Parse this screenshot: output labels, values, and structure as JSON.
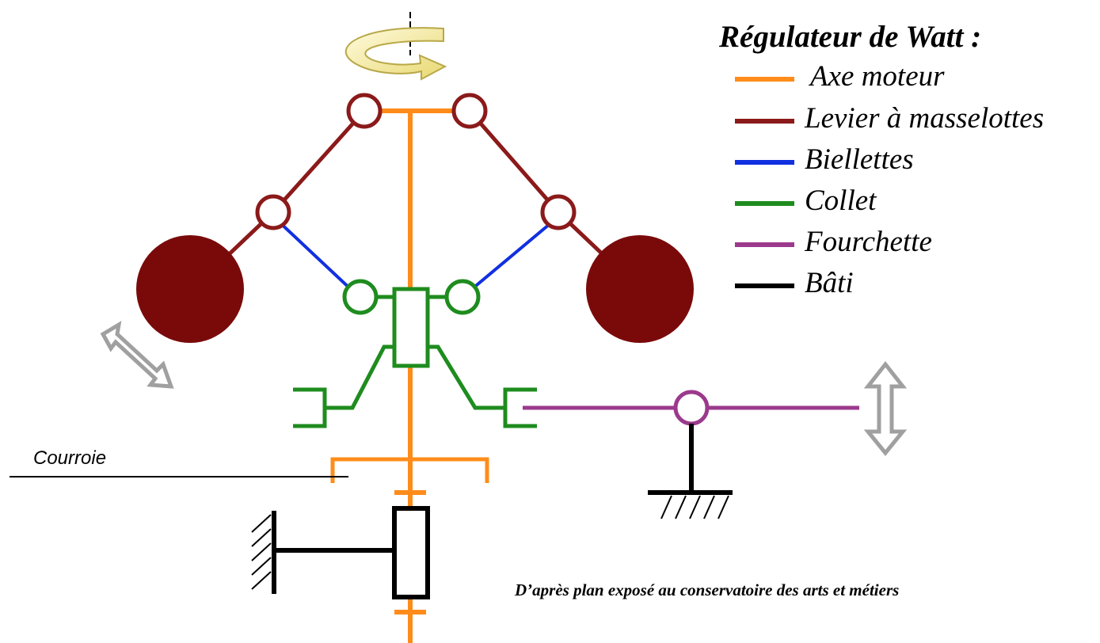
{
  "legend": {
    "title": "Régulateur de Watt :",
    "items": [
      {
        "label": "Axe moteur",
        "color": "#ff8c1a"
      },
      {
        "label": "Levier à masselottes",
        "color": "#8b1a1a"
      },
      {
        "label": "Biellettes",
        "color": "#1030e0"
      },
      {
        "label": "Collet",
        "color": "#1e8c1e"
      },
      {
        "label": "Fourchette",
        "color": "#9b3a8c"
      },
      {
        "label": "Bâti",
        "color": "#000000"
      }
    ]
  },
  "labels": {
    "belt": "Courroie",
    "source": "D’après plan exposé au conservatoire des arts et métiers"
  },
  "colors": {
    "flyweight": "#7a0a0a",
    "arrow_gray": "#a0a0a0",
    "rotation_arrow": "#fff4a8"
  }
}
